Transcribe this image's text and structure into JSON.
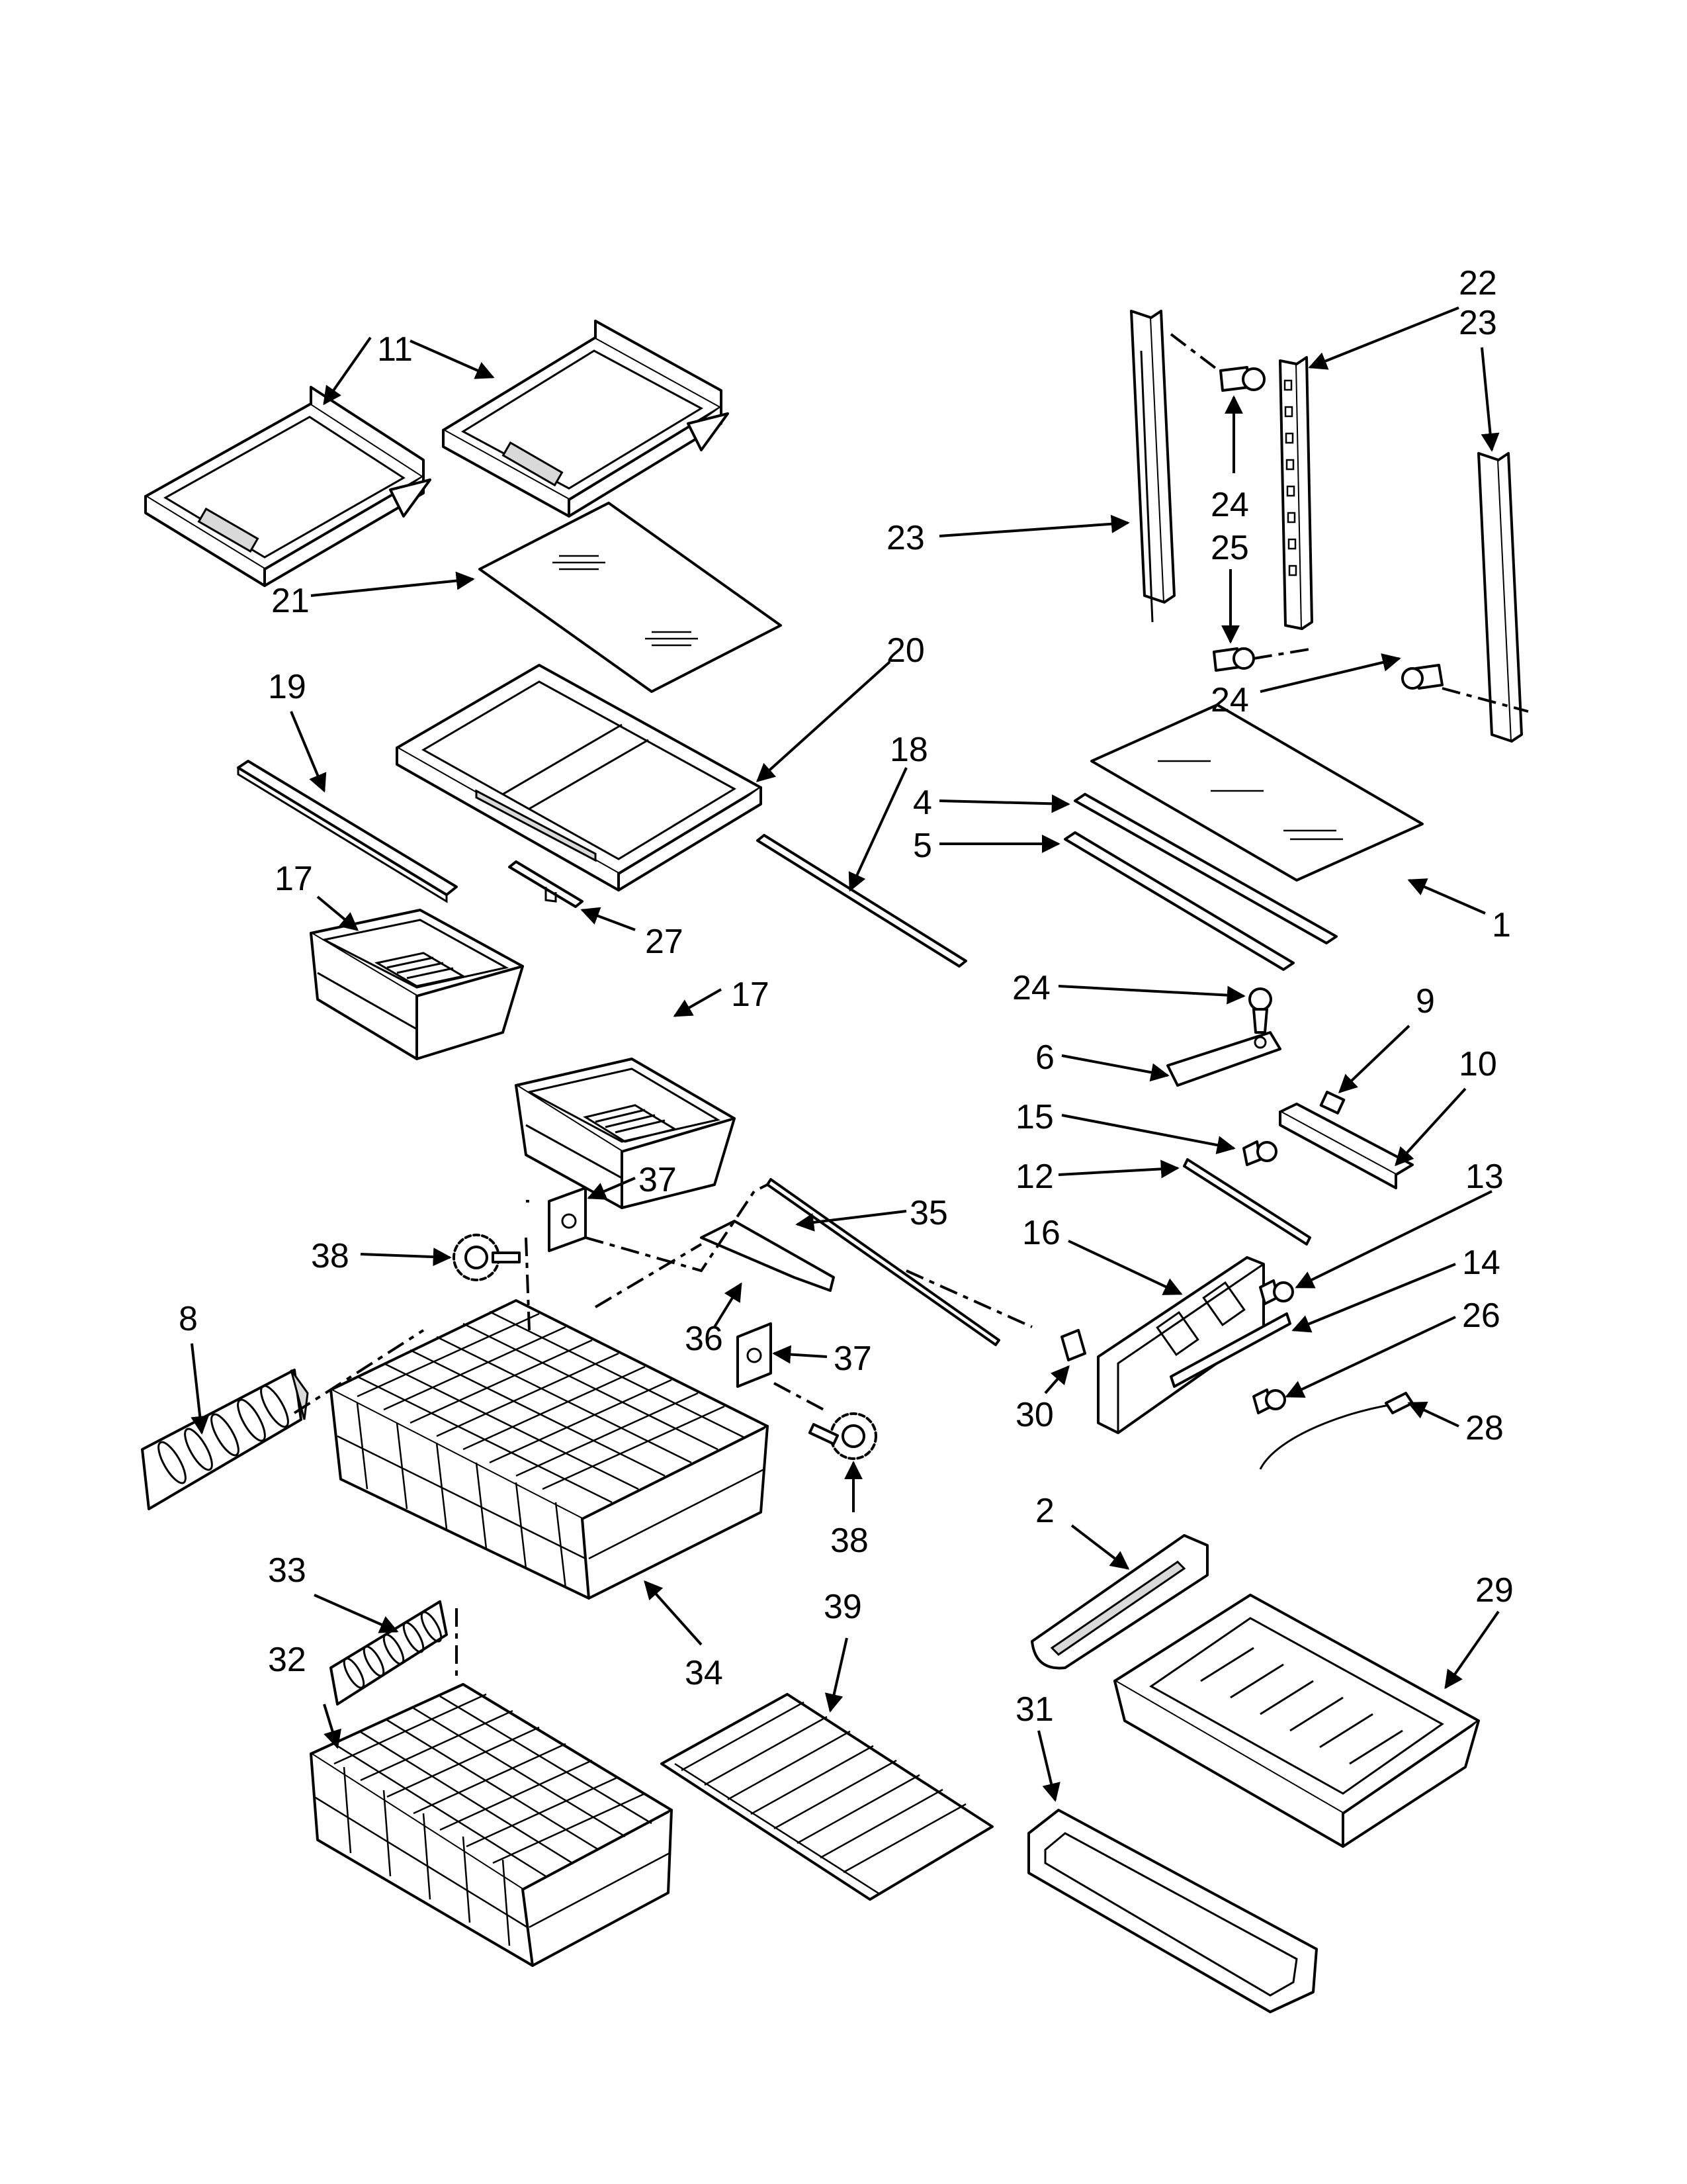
{
  "callouts": [
    {
      "id": "c11",
      "text": "11"
    },
    {
      "id": "c22",
      "text": "22"
    },
    {
      "id": "c23a",
      "text": "23"
    },
    {
      "id": "c23b",
      "text": "23"
    },
    {
      "id": "c24a",
      "text": "24"
    },
    {
      "id": "c25",
      "text": "25"
    },
    {
      "id": "c24b",
      "text": "24"
    },
    {
      "id": "c21",
      "text": "21"
    },
    {
      "id": "c20",
      "text": "20"
    },
    {
      "id": "c19",
      "text": "19"
    },
    {
      "id": "c18",
      "text": "18"
    },
    {
      "id": "c4",
      "text": "4"
    },
    {
      "id": "c5",
      "text": "5"
    },
    {
      "id": "c1",
      "text": "1"
    },
    {
      "id": "c17a",
      "text": "17"
    },
    {
      "id": "c27",
      "text": "27"
    },
    {
      "id": "c17b",
      "text": "17"
    },
    {
      "id": "c24c",
      "text": "24"
    },
    {
      "id": "c9",
      "text": "9"
    },
    {
      "id": "c6",
      "text": "6"
    },
    {
      "id": "c10",
      "text": "10"
    },
    {
      "id": "c15",
      "text": "15"
    },
    {
      "id": "c12",
      "text": "12"
    },
    {
      "id": "c13",
      "text": "13"
    },
    {
      "id": "c16",
      "text": "16"
    },
    {
      "id": "c14",
      "text": "14"
    },
    {
      "id": "c26",
      "text": "26"
    },
    {
      "id": "c37a",
      "text": "37"
    },
    {
      "id": "c35",
      "text": "35"
    },
    {
      "id": "c38a",
      "text": "38"
    },
    {
      "id": "c8",
      "text": "8"
    },
    {
      "id": "c36",
      "text": "36"
    },
    {
      "id": "c37b",
      "text": "37"
    },
    {
      "id": "c30",
      "text": "30"
    },
    {
      "id": "c28",
      "text": "28"
    },
    {
      "id": "c38b",
      "text": "38"
    },
    {
      "id": "c2",
      "text": "2"
    },
    {
      "id": "c29",
      "text": "29"
    },
    {
      "id": "c33",
      "text": "33"
    },
    {
      "id": "c39",
      "text": "39"
    },
    {
      "id": "c32",
      "text": "32"
    },
    {
      "id": "c34",
      "text": "34"
    },
    {
      "id": "c31",
      "text": "31"
    }
  ]
}
